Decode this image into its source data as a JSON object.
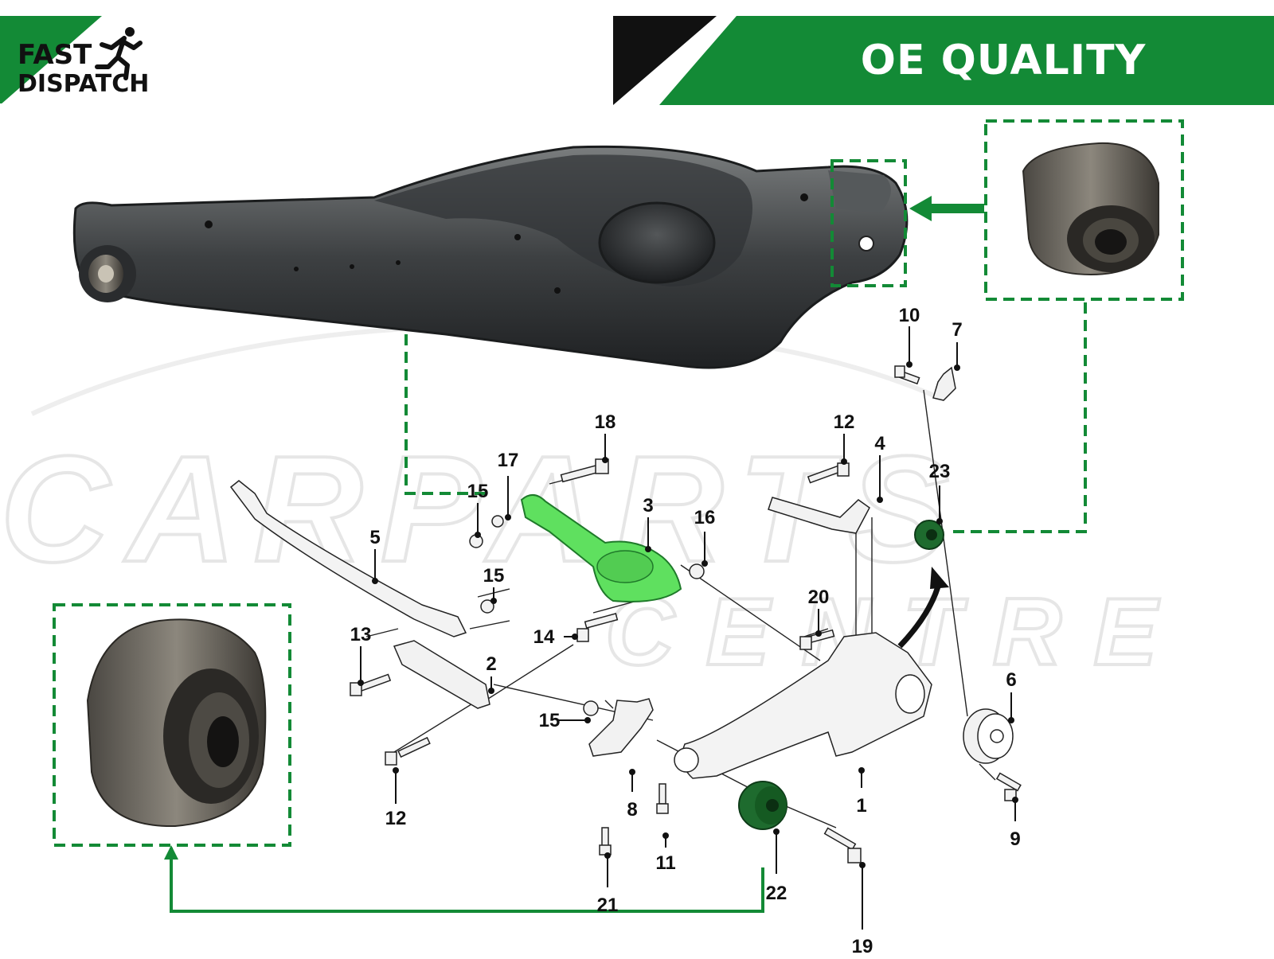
{
  "logo": {
    "line1": "FAST",
    "line2": "DISPATCH",
    "icon": "running-man-icon"
  },
  "banner": {
    "title": "OE QUALITY"
  },
  "watermark": {
    "line1": "CARPARTS",
    "line2": "CENTRE"
  },
  "callouts": [
    {
      "id": "c1",
      "label": "1"
    },
    {
      "id": "c2",
      "label": "2"
    },
    {
      "id": "c3",
      "label": "3"
    },
    {
      "id": "c4",
      "label": "4"
    },
    {
      "id": "c5",
      "label": "5"
    },
    {
      "id": "c6",
      "label": "6"
    },
    {
      "id": "c7",
      "label": "7"
    },
    {
      "id": "c8",
      "label": "8"
    },
    {
      "id": "c9",
      "label": "9"
    },
    {
      "id": "c10",
      "label": "10"
    },
    {
      "id": "c11",
      "label": "11"
    },
    {
      "id": "c12a",
      "label": "12"
    },
    {
      "id": "c12b",
      "label": "12"
    },
    {
      "id": "c13",
      "label": "13"
    },
    {
      "id": "c14",
      "label": "14"
    },
    {
      "id": "c15a",
      "label": "15"
    },
    {
      "id": "c15b",
      "label": "15"
    },
    {
      "id": "c15c",
      "label": "15"
    },
    {
      "id": "c16",
      "label": "16"
    },
    {
      "id": "c17",
      "label": "17"
    },
    {
      "id": "c18",
      "label": "18"
    },
    {
      "id": "c19",
      "label": "19"
    },
    {
      "id": "c20",
      "label": "20"
    },
    {
      "id": "c21",
      "label": "21"
    },
    {
      "id": "c22",
      "label": "22"
    },
    {
      "id": "c23",
      "label": "23"
    }
  ],
  "colors": {
    "brand_green": "#138a36",
    "highlight_green": "#5fe05f",
    "dark_green_part": "#1e6b2e",
    "black": "#111111",
    "metal": "#4a4d4f",
    "rubber": "#3a3833",
    "watermark": "#e9e9e9"
  }
}
